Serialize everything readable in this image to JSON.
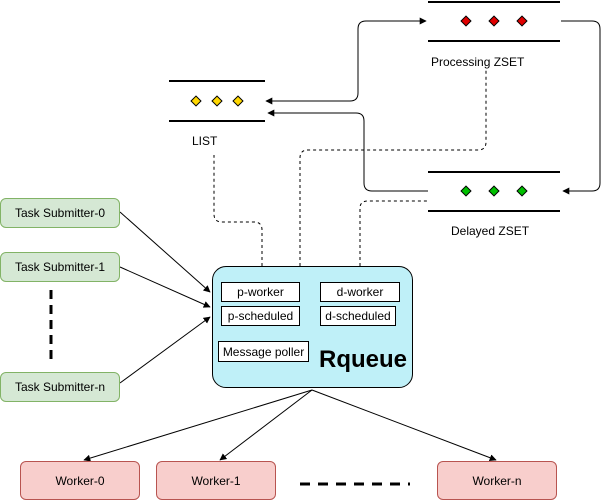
{
  "submitters": [
    "Task Submitter-0",
    "Task Submitter-1",
    "Task Submitter-n"
  ],
  "workers": [
    "Worker-0",
    "Worker-1",
    "Worker-n"
  ],
  "rqueue": {
    "title": "Rqueue",
    "components": {
      "p_worker": "p-worker",
      "d_worker": "d-worker",
      "p_scheduled": "p-scheduled",
      "d_scheduled": "d-scheduled",
      "message_poller": "Message poller"
    }
  },
  "stores": {
    "list": "LIST",
    "processing": "Processing ZSET",
    "delayed": "Delayed ZSET"
  },
  "colors": {
    "list_item": "#ffd700",
    "processing_item": "#e00000",
    "delayed_item": "#00c000",
    "submitter_fill": "#d5e8d4",
    "worker_fill": "#f8cecc",
    "rqueue_fill": "#bff0f8"
  }
}
